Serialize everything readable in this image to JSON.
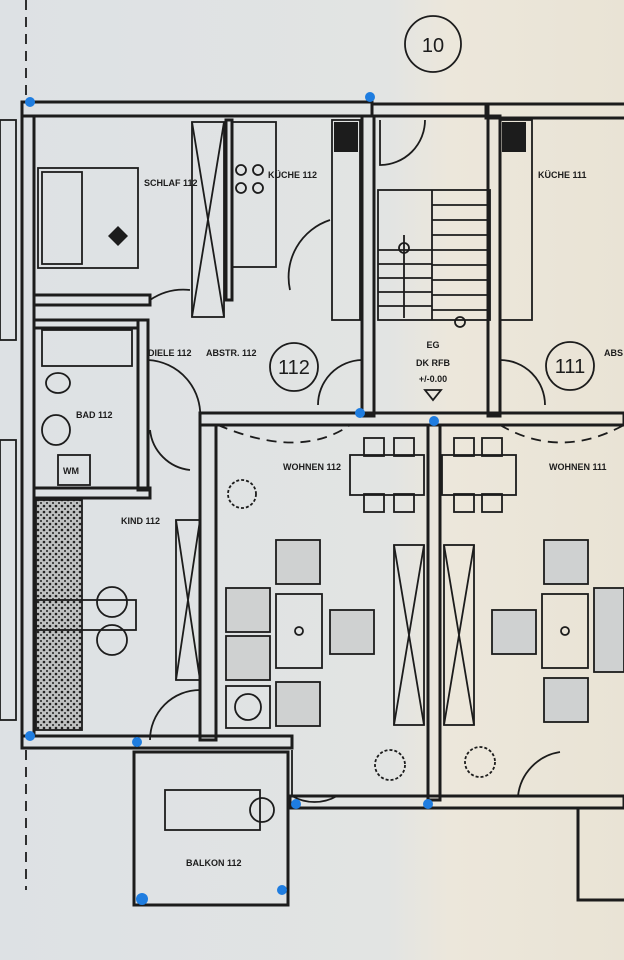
{
  "plan": {
    "sheet_number": "10",
    "units": [
      {
        "number": "112"
      },
      {
        "number": "111"
      }
    ],
    "rooms": {
      "schlaf_112": "SCHLAF 112",
      "kueche_112": "KÜCHE 112",
      "diele_112": "DIELE 112",
      "abstr_112": "ABSTR. 112",
      "bad_112": "BAD 112",
      "wc": "WM",
      "kind_112": "KIND 112",
      "wohnen_112": "WOHNEN 112",
      "balkon_112": "BALKON 112",
      "kueche_111": "KÜCHE 111",
      "wohnen_111": "WOHNEN 111",
      "abstr_111": "ABS"
    },
    "stair": {
      "level": "EG",
      "finish": "DK RFB",
      "elevation": "+/-0.00"
    },
    "colors": {
      "marker": "#1f7de0",
      "line": "#1c1c1c",
      "paper_left": "#dfe2e4",
      "paper_right": "#ece7db"
    }
  }
}
